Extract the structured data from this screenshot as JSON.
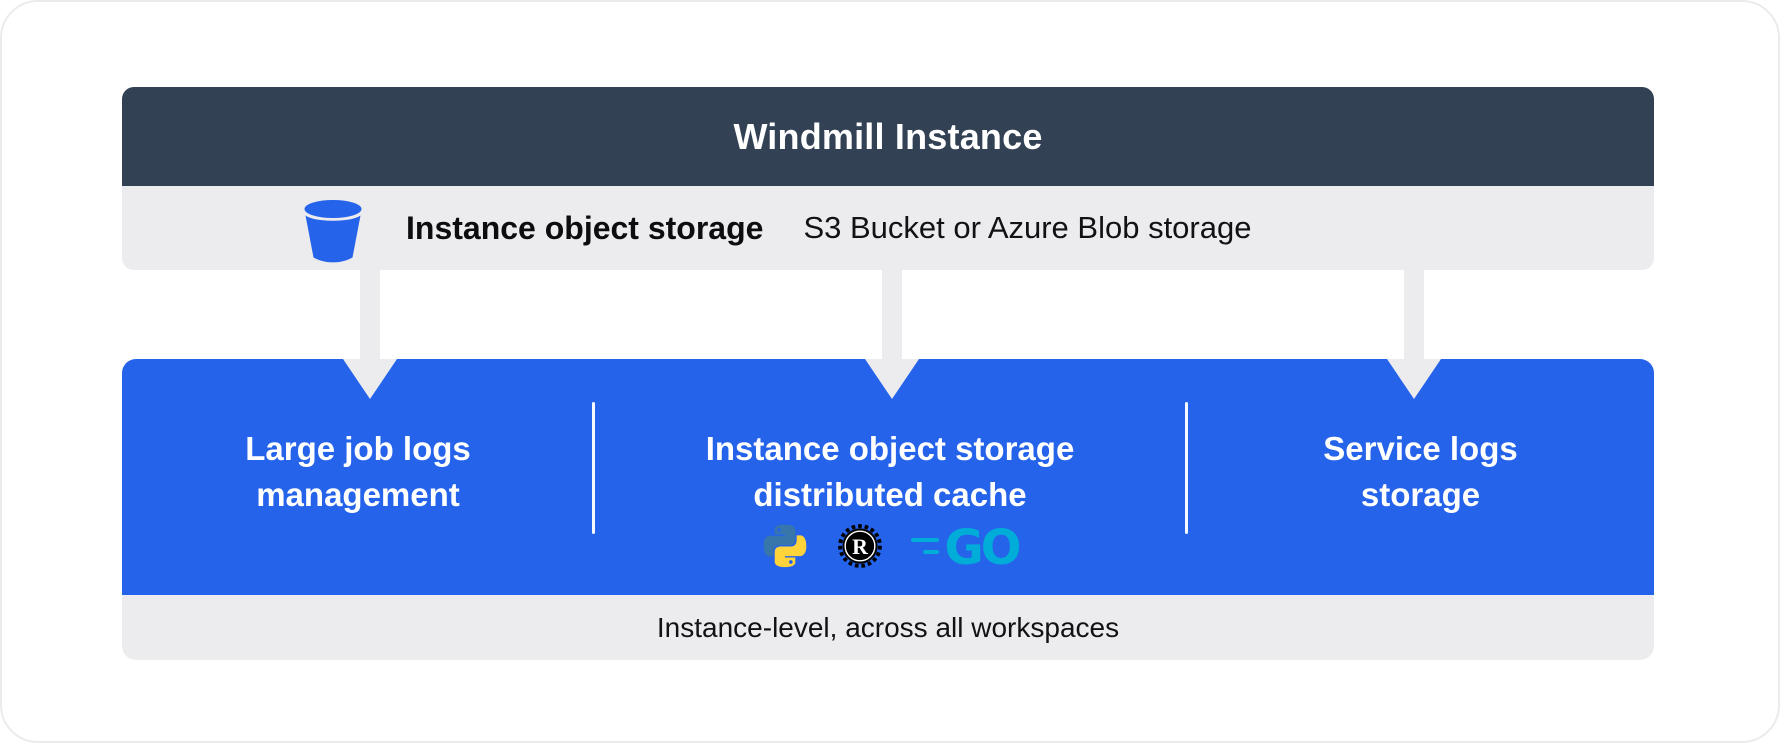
{
  "header": {
    "title": "Windmill Instance"
  },
  "storage_bar": {
    "icon": "bucket-icon",
    "label": "Instance object storage",
    "sublabel": "S3 Bucket or Azure Blob storage"
  },
  "features": [
    {
      "lines": [
        "Large job logs",
        "management"
      ]
    },
    {
      "lines": [
        "Instance object storage",
        "distributed cache"
      ],
      "languages": [
        "Python",
        "Rust",
        "Go"
      ]
    },
    {
      "lines": [
        "Service logs",
        "storage"
      ]
    }
  ],
  "language_logos": {
    "rust_letter": "R",
    "go_text": "GO"
  },
  "footer": {
    "label": "Instance-level, across all workspaces"
  },
  "colors": {
    "header_dark": "#334155",
    "band_gray": "#ececee",
    "accent_blue": "#2563eb",
    "text_dark": "#111214",
    "text_white": "#ffffff",
    "python_blue": "#3776ab",
    "python_yellow": "#ffd43b",
    "rust_black": "#000000",
    "go_teal": "#00add8"
  }
}
